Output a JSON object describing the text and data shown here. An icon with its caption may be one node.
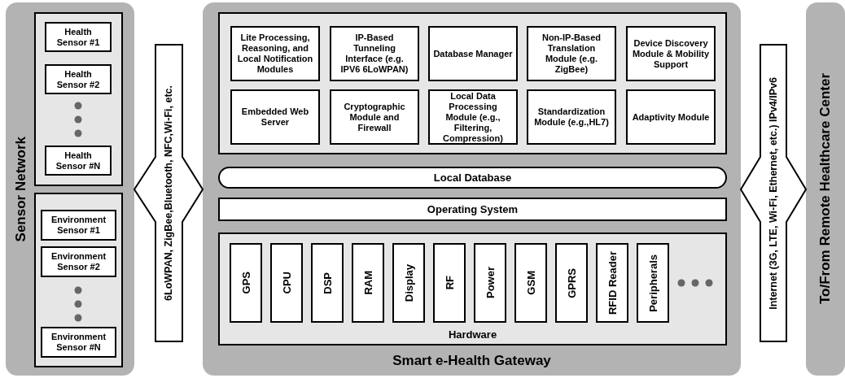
{
  "diagram": {
    "nodes": [
      {
        "text": [
          "Sensor Network"
        ]
      },
      {
        "text": [],
        "shape": "box",
        "in": 0
      },
      {
        "text": [
          "Health Sensor #1"
        ],
        "in": 1
      },
      {
        "text": [
          "Health Sensor #2"
        ],
        "in": 1
      },
      {
        "text": [
          "Health Sensor #N"
        ],
        "in": 1
      },
      {
        "text": [],
        "shape": "box",
        "in": 0
      },
      {
        "text": [
          "Environment Sensor #1"
        ],
        "in": 5
      },
      {
        "text": [
          "Environment Sensor #2"
        ],
        "in": 5
      },
      {
        "text": [
          "Environment Sensor #N"
        ],
        "in": 5
      },
      {
        "text": [
          "Smart e-Health Gateway"
        ]
      },
      {
        "text": [],
        "shape": "box",
        "in": 9
      },
      {
        "text": [
          "Lite Processing, Reasoning, and Local Notification Modules"
        ],
        "in": 10
      },
      {
        "text": [
          "IP-Based Tunneling Interface (e.g. IPV6 6LoWPAN)"
        ],
        "in": 10
      },
      {
        "text": [
          "Database Manager"
        ],
        "in": 10
      },
      {
        "text": [
          "Non-IP-Based Translation Module (e.g. ZigBee)"
        ],
        "in": 10
      },
      {
        "text": [
          "Device Discovery Module & Mobility Support"
        ],
        "in": 10
      },
      {
        "text": [
          "Embedded Web Server"
        ],
        "in": 10
      },
      {
        "text": [
          "Cryptographic Module and Firewall"
        ],
        "in": 10
      },
      {
        "text": [
          "Local Data Processing Module (e.g., Filtering, Compression)"
        ],
        "in": 10
      },
      {
        "text": [
          "Standardization Module (e.g.,HL7)"
        ],
        "in": 10
      },
      {
        "text": [
          "Adaptivity Module"
        ],
        "in": 10
      },
      {
        "text": [
          "Local Database"
        ],
        "in": 9
      },
      {
        "text": [
          "Operating System"
        ],
        "in": 9
      },
      {
        "text": [
          "Hardware"
        ],
        "in": 9
      },
      {
        "text": [
          "GPS"
        ],
        "in": 23
      },
      {
        "text": [
          "CPU"
        ],
        "in": 23
      },
      {
        "text": [
          "DSP"
        ],
        "in": 23
      },
      {
        "text": [
          "RAM"
        ],
        "in": 23
      },
      {
        "text": [
          "Display"
        ],
        "in": 23
      },
      {
        "text": [
          "RF"
        ],
        "in": 23
      },
      {
        "text": [
          "Power"
        ],
        "in": 23
      },
      {
        "text": [
          "GSM"
        ],
        "in": 23
      },
      {
        "text": [
          "GPRS"
        ],
        "in": 23
      },
      {
        "text": [
          "RFID Reader"
        ],
        "in": 23
      },
      {
        "text": [
          "Peripherals"
        ],
        "in": 23
      },
      {
        "text": [
          "To/From Remote Healthcare Center"
        ]
      }
    ],
    "edges": [
      {
        "from": 0,
        "to": 9,
        "arrow": "both",
        "label": "6LoWPAN, ZigBee,Bluetooth, NFC,Wi-Fi, etc."
      },
      {
        "from": 9,
        "to": 35,
        "arrow": "both",
        "label": "Internet (3G, LTE, Wi-Fi, Ethernet, etc.) IPv4/IPv6"
      }
    ]
  }
}
